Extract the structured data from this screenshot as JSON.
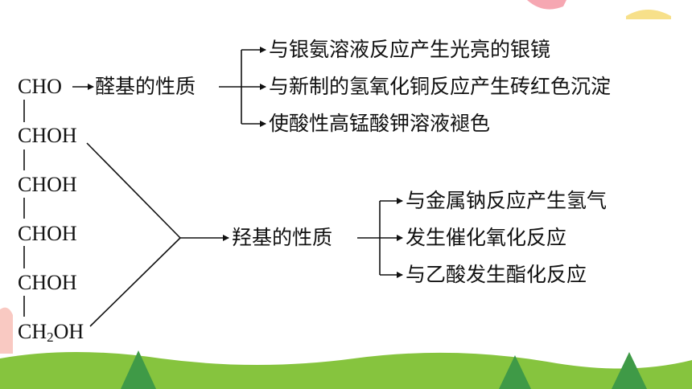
{
  "molecule": {
    "groups": [
      "CHO",
      "CHOH",
      "CHOH",
      "CHOH",
      "CHOH"
    ],
    "last_group": {
      "prefix": "CH",
      "sub": "2",
      "suffix": "OH"
    }
  },
  "aldehyde": {
    "title": "醛基的性质",
    "properties": [
      "与银氨溶液反应产生光亮的银镜",
      "与新制的氢氧化铜反应产生砖红色沉淀",
      "使酸性高锰酸钾溶液褪色"
    ]
  },
  "hydroxyl": {
    "title": "羟基的性质",
    "properties": [
      "与金属钠反应产生氢气",
      "发生催化氧化反应",
      "与乙酸发生酯化反应"
    ]
  },
  "colors": {
    "text": "#111111",
    "bottom_green": "#86c43e",
    "tree_green": "#3f9a47",
    "yellow_accent": "#f7e08a",
    "pink_accent": "#f6a7b2"
  }
}
